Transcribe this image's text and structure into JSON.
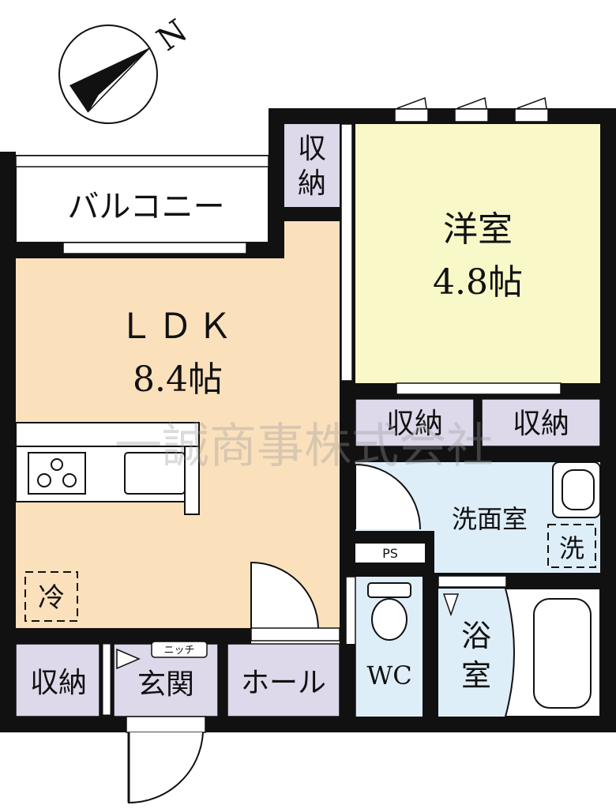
{
  "compass": {
    "north_label": "N"
  },
  "rooms": {
    "balcony": "バルコニー",
    "ldk_name": "ＬＤＫ",
    "ldk_size": "8.4帖",
    "western_name": "洋室",
    "western_size": "4.8帖",
    "storage_top_line1": "収",
    "storage_top_line2": "納",
    "storage_mid_left": "収納",
    "storage_mid_right": "収納",
    "washroom": "洗面室",
    "washer": "洗",
    "fridge": "冷",
    "ps": "PS",
    "wc": "WC",
    "bath_line1": "浴",
    "bath_line2": "室",
    "storage_bottom": "収納",
    "entrance": "玄関",
    "niche": "ニッチ",
    "hall": "ホール"
  },
  "watermark": "一誠商事株式会社",
  "colors": {
    "ldk": "#fbe0bc",
    "western": "#f8f8c8",
    "storage": "#ddd8ea",
    "wet": "#deeef8",
    "wall": "#111111"
  }
}
